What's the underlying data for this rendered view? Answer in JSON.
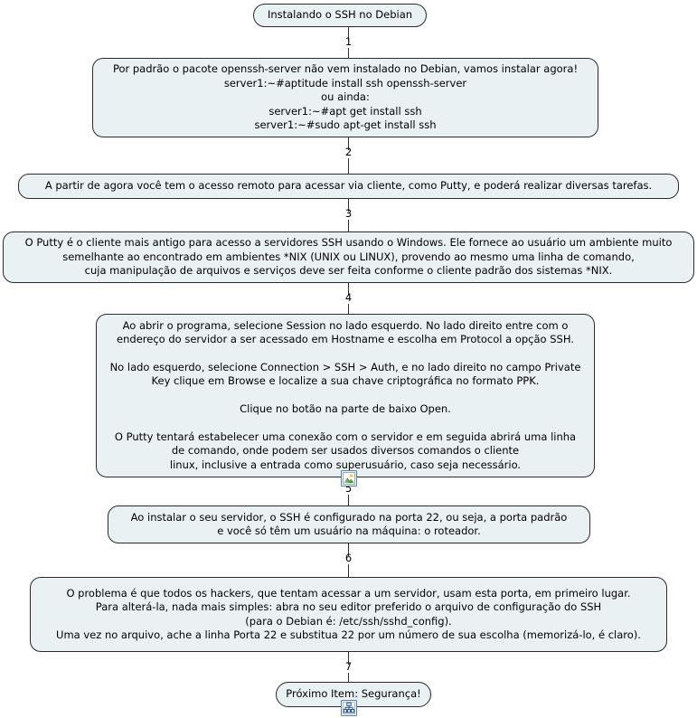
{
  "diagram": {
    "title": "Instalando o SSH no Debian",
    "background_color": "#ffffff",
    "node_fill_color": "#e9f1f3",
    "node_border_color": "#2b2b2b",
    "text_color": "#000000"
  },
  "nodes": [
    {
      "id": "node-start",
      "type": "terminal",
      "lines": [
        "Instalando o SSH no Debian"
      ]
    },
    {
      "id": "node-install",
      "type": "process",
      "lines": [
        "Por padrão o pacote openssh-server não vem instalado no Debian, vamos instalar agora!",
        "server1:~#aptitude install ssh openssh-server",
        "ou ainda:",
        "server1:~#apt get install ssh",
        "server1:~#sudo apt-get install ssh"
      ]
    },
    {
      "id": "node-remote-access",
      "type": "process",
      "lines": [
        "A partir de agora você tem o acesso remoto para acessar via cliente, como Putty, e poderá realizar diversas tarefas."
      ]
    },
    {
      "id": "node-putty-desc",
      "type": "process",
      "lines": [
        "O Putty é o cliente mais antigo para acesso a servidores SSH usando o Windows. Ele fornece ao usuário um ambiente muito",
        "semelhante ao encontrado em ambientes *NIX (UNIX ou LINUX), provendo ao mesmo uma linha de comando,",
        "cuja manipulação de arquivos e serviços deve ser feita conforme o cliente padrão dos sistemas *NIX."
      ]
    },
    {
      "id": "node-putty-steps",
      "type": "process",
      "lines": [
        "Ao abrir o programa, selecione Session no lado esquerdo. No lado direito entre com o",
        "endereço do servidor a ser acessado em Hostname e escolha em Protocol a opção SSH.",
        "",
        "No lado esquerdo, selecione Connection > SSH > Auth, e no lado direito no campo Private",
        "Key clique em Browse e localize a sua chave criptográfica no formato PPK.",
        "",
        "Clique no botão na parte de baixo Open.",
        "",
        "O Putty tentará estabelecer uma conexão com o servidor e em seguida abrirá uma linha",
        "de comando, onde podem ser usados diversos comandos o cliente",
        "linux, inclusive a entrada como superusuário, caso seja necessário."
      ]
    },
    {
      "id": "node-port22",
      "type": "process",
      "lines": [
        "Ao instalar o seu servidor, o SSH é configurado na porta 22, ou seja, a porta padrão",
        "e você só têm um usuário na máquina: o roteador."
      ]
    },
    {
      "id": "node-hackers",
      "type": "process",
      "lines": [
        "O problema é que todos os hackers, que tentam acessar a um servidor, usam esta porta, em primeiro lugar.",
        "Para alterá-la, nada mais simples: abra no seu editor preferido o arquivo de configuração do SSH",
        "(para o Debian é: /etc/ssh/sshd_config).",
        "Uma vez no arquivo, ache a linha Porta 22 e substitua 22 por um número de sua escolha (memorizá-lo, é claro)."
      ]
    },
    {
      "id": "node-next",
      "type": "terminal",
      "lines": [
        "Próximo Item: Segurança!"
      ]
    }
  ],
  "connector_labels": [
    "1",
    "2",
    "3",
    "4",
    "5",
    "6",
    "7"
  ],
  "icons": [
    {
      "id": "picture-attachment-icon",
      "name": "picture-icon"
    },
    {
      "id": "sitemap-attachment-icon",
      "name": "sitemap-icon"
    }
  ]
}
